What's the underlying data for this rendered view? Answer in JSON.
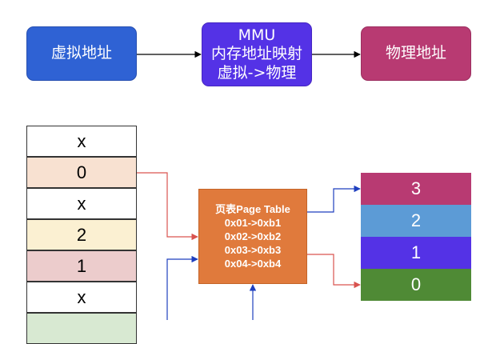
{
  "top_boxes": {
    "virtual": {
      "label": "虚拟地址",
      "color": "#2f62d4"
    },
    "mmu": {
      "lines": [
        "MMU",
        "内存地址映射",
        "虚拟->物理"
      ],
      "color": "#5432e6"
    },
    "physical": {
      "label": "物理地址",
      "color": "#b83a72"
    }
  },
  "virtual_pages": [
    {
      "label": "x",
      "color": "#ffffff"
    },
    {
      "label": "0",
      "color": "#f8e1d1"
    },
    {
      "label": "x",
      "color": "#ffffff"
    },
    {
      "label": "2",
      "color": "#fbf0d2"
    },
    {
      "label": "1",
      "color": "#eccccc"
    },
    {
      "label": "x",
      "color": "#ffffff"
    },
    {
      "label": "",
      "color": "#d8e9d2"
    }
  ],
  "page_table": {
    "title": "页表Page Table",
    "entries": [
      "0x01->0xb1",
      "0x02->0xb2",
      "0x03->0xb3",
      "0x04->0xb4"
    ],
    "color": "#e07a3c"
  },
  "physical_frames": [
    {
      "label": "3",
      "color": "#b83a72"
    },
    {
      "label": "2",
      "color": "#5c9bd6"
    },
    {
      "label": "1",
      "color": "#5432e6"
    },
    {
      "label": "0",
      "color": "#4f8a35"
    }
  ],
  "arrow_colors": {
    "black": "#000000",
    "blue": "#1f3fbf",
    "red": "#d9534f"
  }
}
